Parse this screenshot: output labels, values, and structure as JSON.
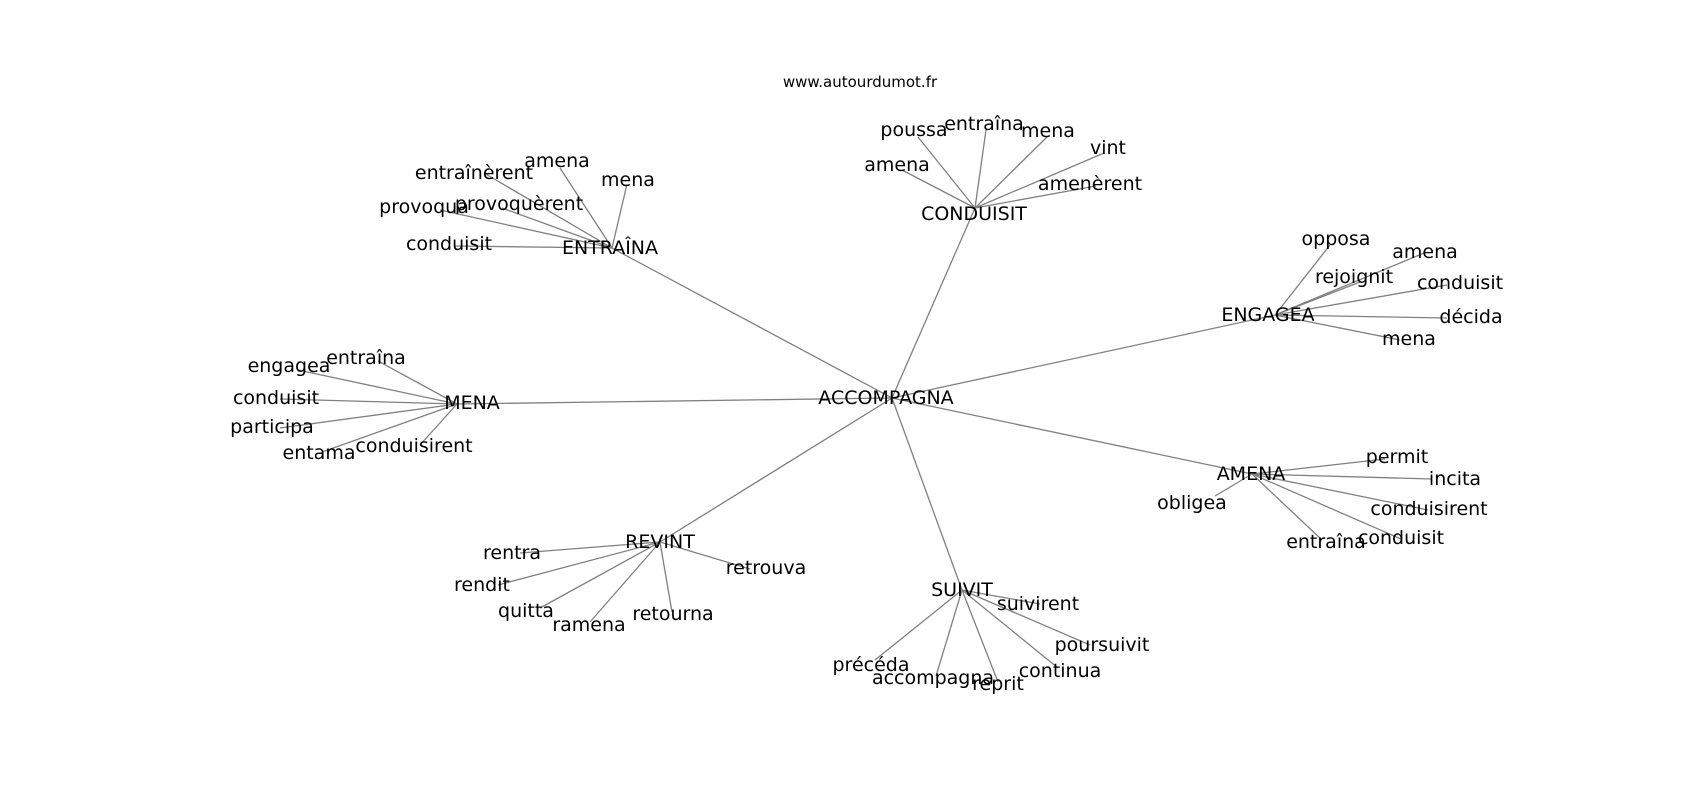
{
  "site": "www.autourdumot.fr",
  "center": "ACCOMPAGNA",
  "clusters": [
    {
      "word": "ENTRAÎNA",
      "words": [
        "entraînèrent",
        "amena",
        "mena",
        "provoqua",
        "provoquèrent",
        "conduisit"
      ]
    },
    {
      "word": "CONDUISIT",
      "words": [
        "poussa",
        "entraîna",
        "mena",
        "vint",
        "amena",
        "amenèrent"
      ]
    },
    {
      "word": "ENGAGEA",
      "words": [
        "opposa",
        "amena",
        "rejoignit",
        "conduisit",
        "décida",
        "mena"
      ]
    },
    {
      "word": "MENA",
      "words": [
        "engagea",
        "entraîna",
        "conduisit",
        "participa",
        "entama",
        "conduisirent"
      ]
    },
    {
      "word": "AMENA",
      "words": [
        "permit",
        "incita",
        "obligea",
        "conduisirent",
        "entraîna",
        "conduisit"
      ]
    },
    {
      "word": "REVINT",
      "words": [
        "rentra",
        "rendit",
        "quitta",
        "ramena",
        "retourna",
        "retrouva"
      ]
    },
    {
      "word": "SUIVIT",
      "words": [
        "suivirent",
        "poursuivit",
        "précéda",
        "accompagna",
        "reprit",
        "continua"
      ]
    }
  ]
}
